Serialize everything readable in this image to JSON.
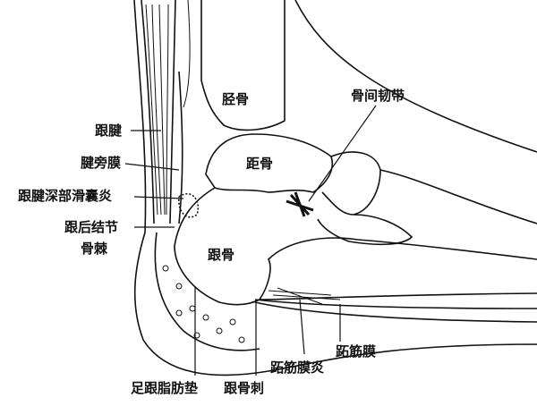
{
  "labels": {
    "tibia": "胫骨",
    "interosseous_ligament": "骨间韧带",
    "achilles_tendon": "跟腱",
    "paratenon": "腱旁膜",
    "talus": "距骨",
    "retrocalcaneal_bursitis": "跟腱深部滑囊炎",
    "posterior_tubercle_line1": "跟后结节",
    "posterior_tubercle_line2": "骨棘",
    "calcaneus": "跟骨",
    "heel_fat_pad": "足跟脂肪垫",
    "heel_spur": "跟骨刺",
    "plantar_fasciitis": "跖筋膜炎",
    "plantar_fascia": "跖筋膜"
  }
}
